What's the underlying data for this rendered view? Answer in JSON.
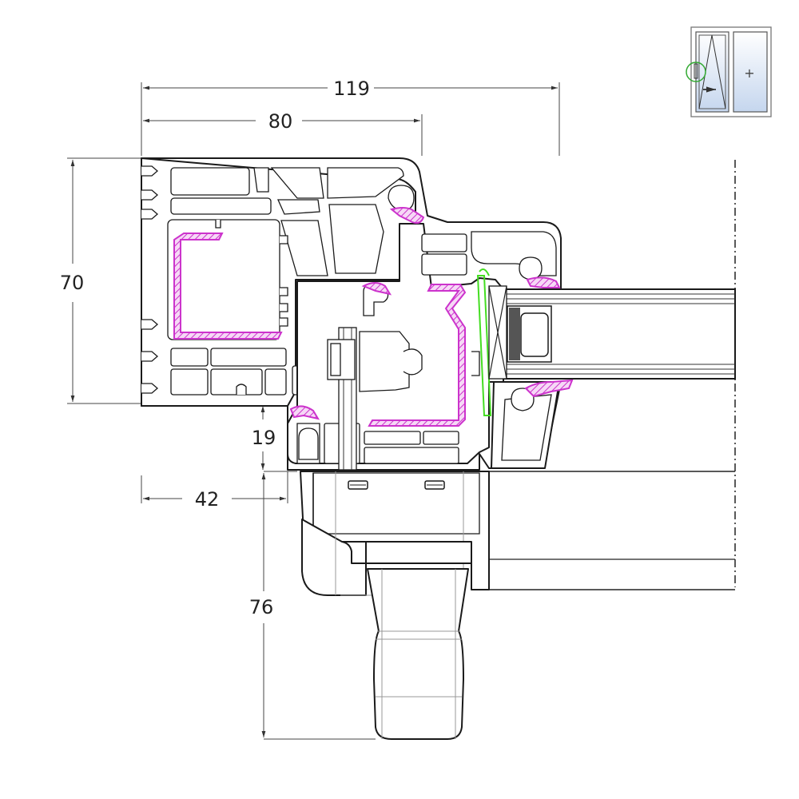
{
  "dimensions": {
    "overall_width": "119",
    "frame_width": "80",
    "height": "70",
    "overlap": "19",
    "offset": "42",
    "handle_projection": "76"
  },
  "thumbnail": {
    "marker_color": "#33aa33",
    "glass_gradient": "#c5d6ee",
    "handle_plus": "+"
  },
  "colors": {
    "gasket": "#cc33cc",
    "reinforcement": "#dd33dd",
    "seal_green": "#44dd22",
    "outline": "#1a1a1a"
  }
}
